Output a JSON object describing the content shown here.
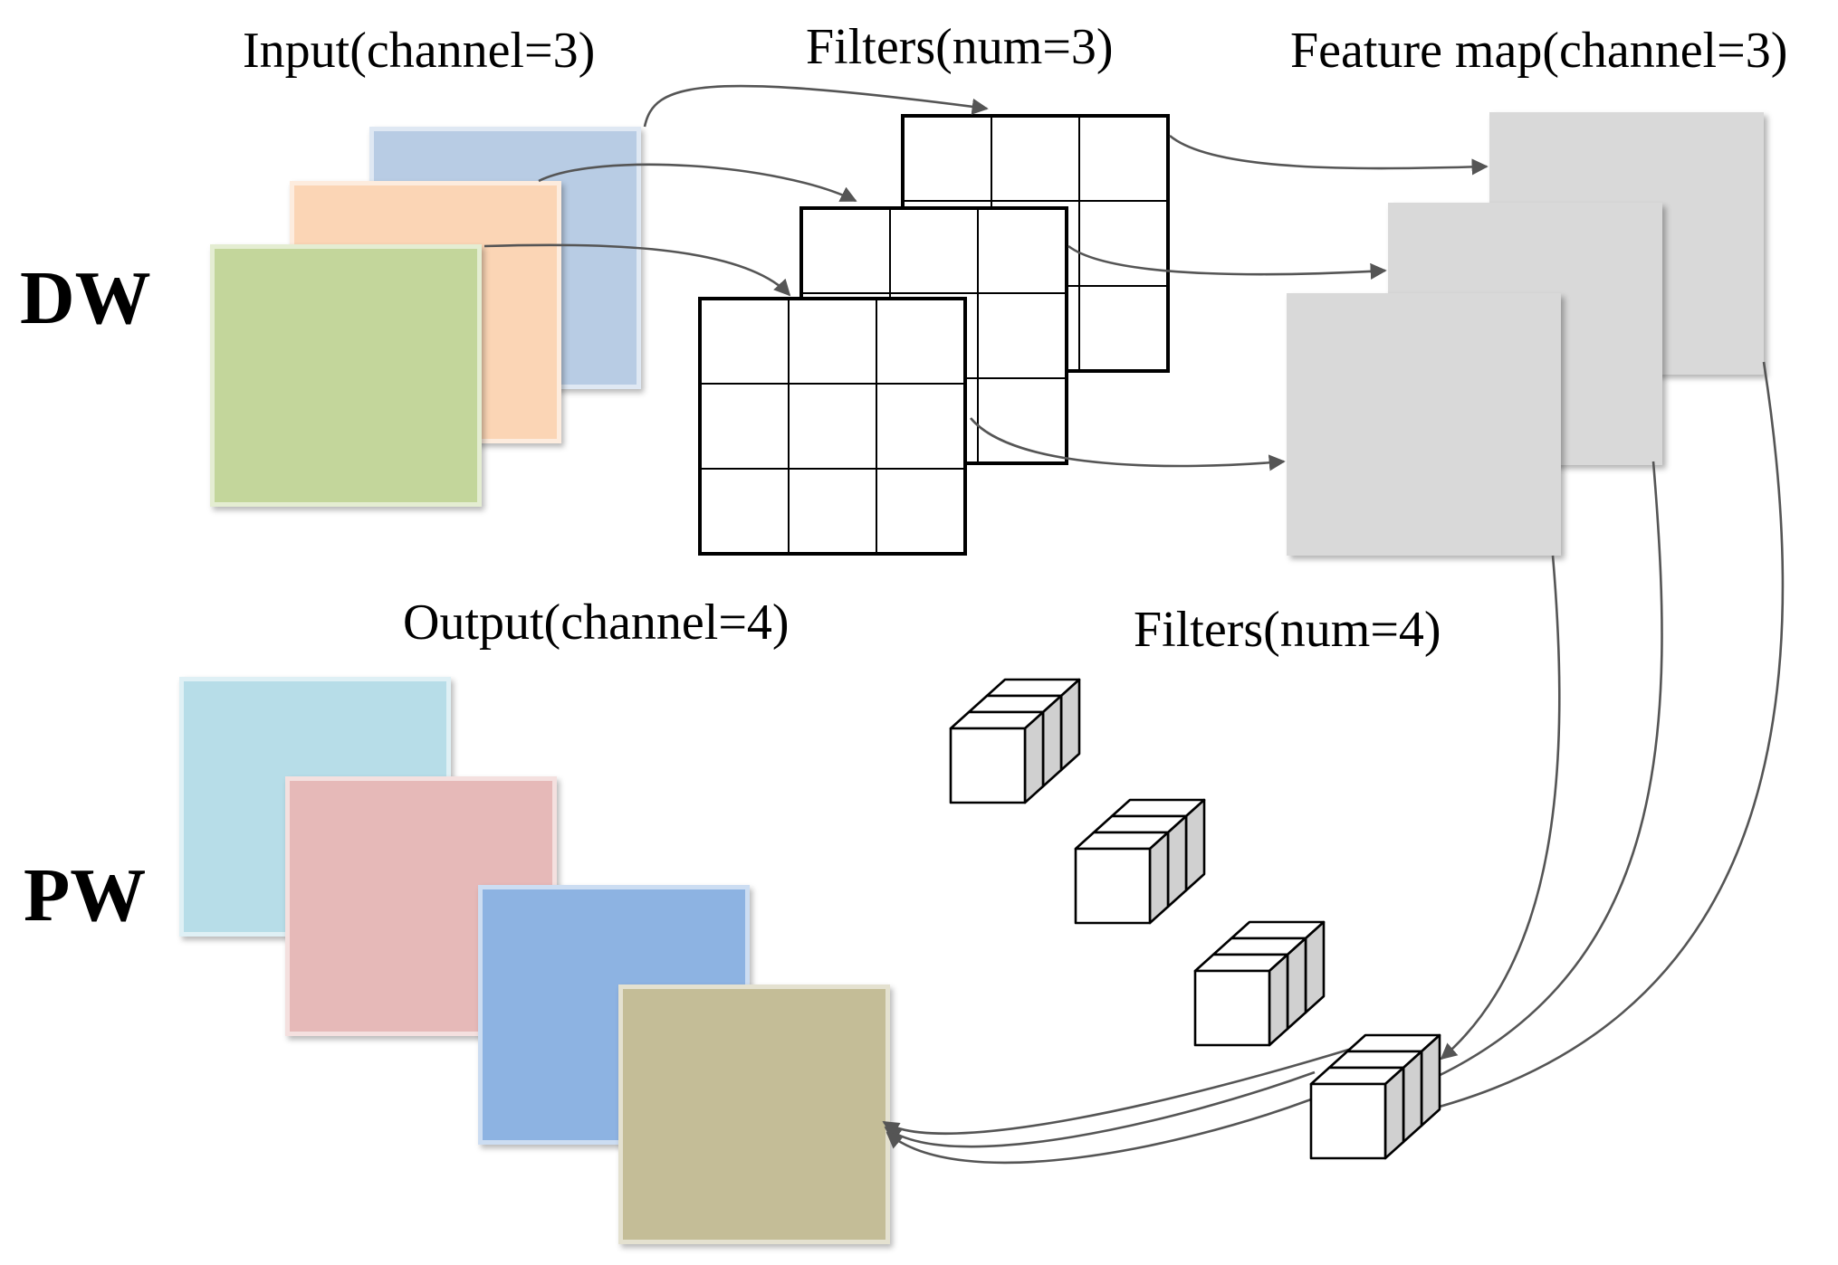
{
  "dw": {
    "section_label": "DW",
    "input_label": "Input(channel=3)",
    "filters_label": "Filters(num=3)",
    "feature_map_label": "Feature map(channel=3)",
    "input_colors": [
      "#b8cce4",
      "#fbd5b5",
      "#c3d69b"
    ],
    "feature_map_color": "#d9d9d9"
  },
  "pw": {
    "section_label": "PW",
    "output_label": "Output(channel=4)",
    "filters_label": "Filters(num=4)",
    "output_colors": [
      "#b7dde8",
      "#e6b9b8",
      "#8db3e2",
      "#c4bd97"
    ],
    "cube_side_color": "#d0d0d0"
  }
}
